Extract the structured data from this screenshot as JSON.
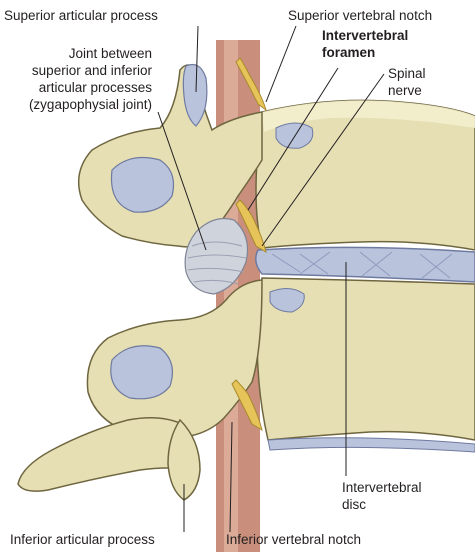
{
  "labels": {
    "superior_articular_process": "Superior articular process",
    "superior_vertebral_notch": "Superior vertebral notch",
    "joint_line1": "Joint between",
    "joint_line2": "superior and inferior",
    "joint_line3": "articular processes",
    "joint_line4": "(zygapophysial joint)",
    "intervertebral_foramen_line1": "Intervertebral",
    "intervertebral_foramen_line2": "foramen",
    "spinal_nerve_line1": "Spinal",
    "spinal_nerve_line2": "nerve",
    "intervertebral_disc_line1": "Intervertebral",
    "intervertebral_disc_line2": "disc",
    "inferior_articular_process": "Inferior articular process",
    "inferior_vertebral_notch": "Inferior vertebral notch"
  },
  "colors": {
    "bone": "#e6dfb3",
    "bone_shadow": "#bdb27c",
    "bone_outline": "#6f6640",
    "cartilage": "#b9c3dc",
    "cartilage_outline": "#6f7aa0",
    "nerve": "#e6c45a",
    "dura": "#c98f7c",
    "leader": "#231f20"
  }
}
